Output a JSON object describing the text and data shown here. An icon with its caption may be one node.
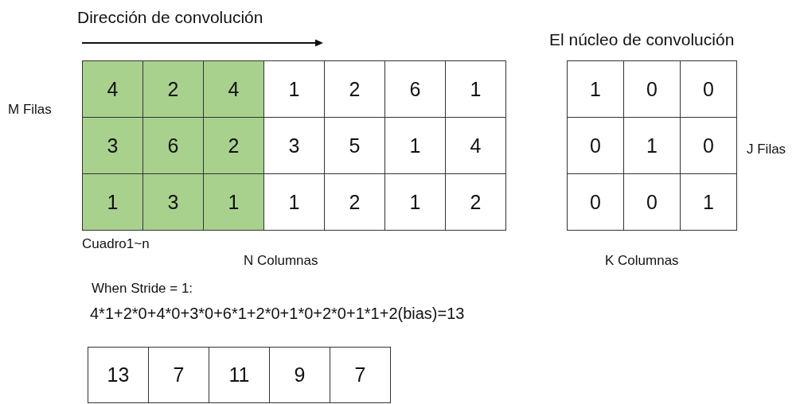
{
  "diagram": {
    "labels": [
      "Dirección de convolución",
      "El núcleo de convolución",
      "M Filas",
      "4",
      "2",
      "4",
      "1",
      "2",
      "6",
      "1",
      "3",
      "6",
      "2",
      "3",
      "5",
      "1",
      "4",
      "1",
      "3",
      "1",
      "1",
      "2",
      "1",
      "2",
      "1",
      "0",
      "0",
      "0",
      "1",
      "0",
      "0",
      "0",
      "1",
      "J Filas",
      "Cuadro1~n",
      "N Columnas",
      "K Columnas",
      "When Stride = 1:",
      "4*1+2*0+4*0+3*0+6*1+2*0+1*0+2*0+1*1+2(bias)=13",
      "13",
      "7",
      "11",
      "9",
      "7"
    ]
  }
}
